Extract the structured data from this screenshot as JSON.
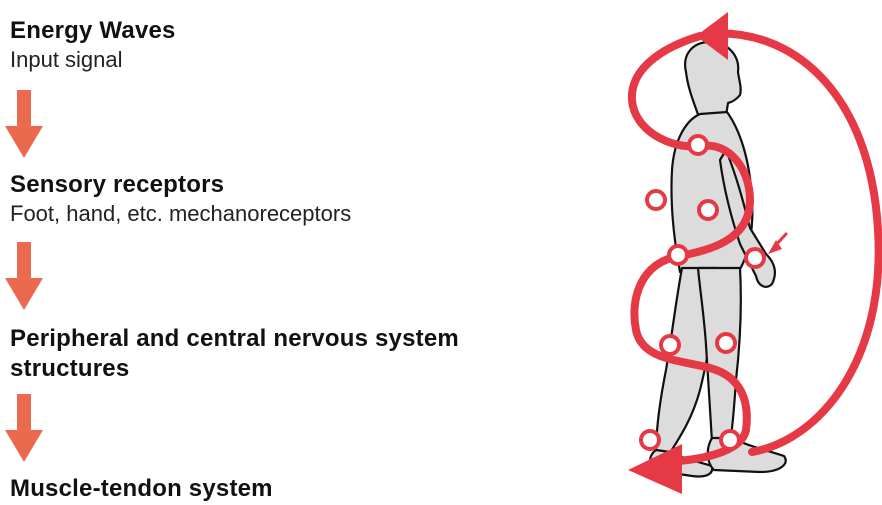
{
  "steps": [
    {
      "title": "Energy Waves",
      "subtitle": "Input signal"
    },
    {
      "title": "Sensory receptors",
      "subtitle": "Foot, hand, etc. mechanoreceptors"
    },
    {
      "title": "Peripheral and central nervous system structures",
      "subtitle": ""
    },
    {
      "title": "Muscle-tendon system",
      "subtitle": ""
    }
  ],
  "colors": {
    "flow_arrow": "#ea6a4f",
    "loop": "#e63946",
    "body_fill": "#dcdcdc",
    "outline": "#111111"
  },
  "icons": {
    "flow_arrow": "down-arrow-icon",
    "figure": "walking-human-icon",
    "receptor": "circle-marker-icon",
    "pointer": "small-arrow-icon"
  }
}
